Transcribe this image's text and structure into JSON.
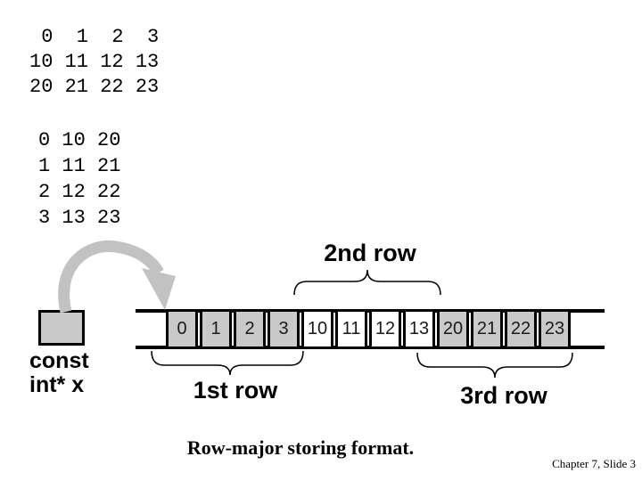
{
  "slide": {
    "caption": "Row-major storing format.",
    "footer": "Chapter 7, Slide 3"
  },
  "matrix_2d": {
    "rows": [
      " 0  1  2  3",
      "10 11 12 13",
      "20 21 22 23"
    ]
  },
  "matrix_transposed": {
    "rows": [
      "0 10 20",
      "1 11 21",
      "2 12 22",
      "3 13 23"
    ]
  },
  "pointer": {
    "label_line1": "const",
    "label_line2": "int* x"
  },
  "memory": {
    "cells": [
      {
        "value": "0",
        "shaded": true
      },
      {
        "value": "1",
        "shaded": true
      },
      {
        "value": "2",
        "shaded": true
      },
      {
        "value": "3",
        "shaded": true
      },
      {
        "value": "10",
        "shaded": false
      },
      {
        "value": "11",
        "shaded": false
      },
      {
        "value": "12",
        "shaded": false
      },
      {
        "value": "13",
        "shaded": false
      },
      {
        "value": "20",
        "shaded": true
      },
      {
        "value": "21",
        "shaded": true
      },
      {
        "value": "22",
        "shaded": true
      },
      {
        "value": "23",
        "shaded": true
      }
    ],
    "row_labels": {
      "first": "1st row",
      "second": "2nd row",
      "third": "3rd row"
    }
  },
  "colors": {
    "shaded_cell": "#c9c9c9",
    "unshaded_cell": "#ffffff",
    "arrow": "#c2c2c2",
    "line": "#000000"
  }
}
